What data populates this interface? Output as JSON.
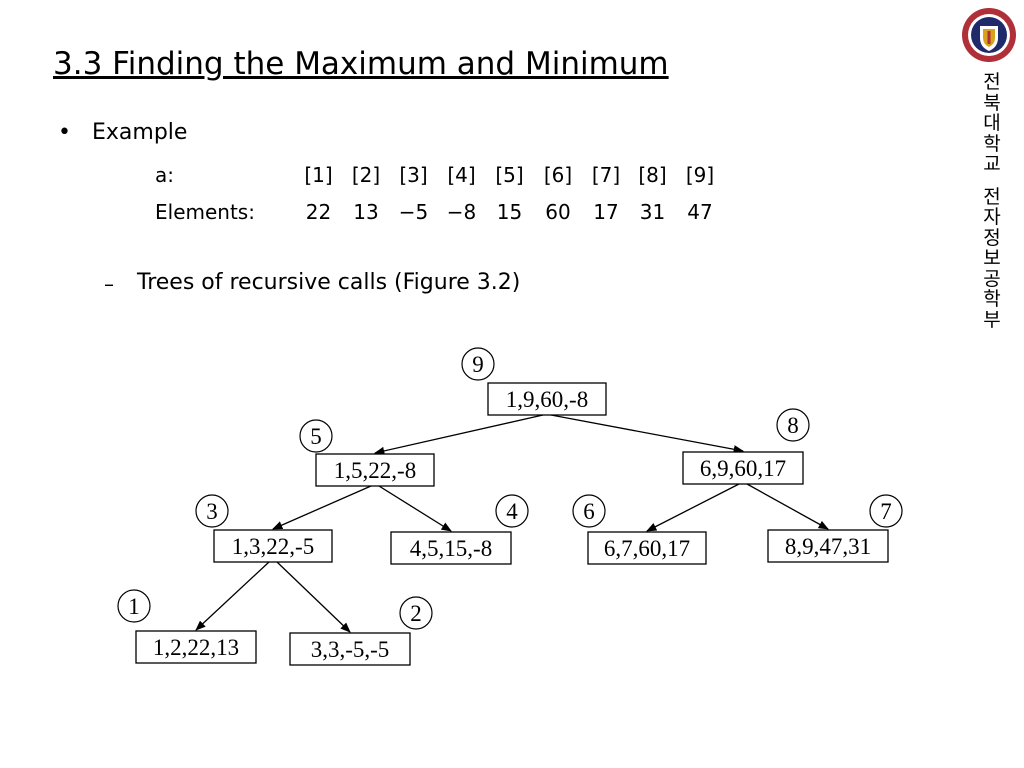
{
  "title": "3.3 Finding the Maximum and Minimum",
  "bullet": "•",
  "example_label": "Example",
  "index_label": "a:",
  "indices": [
    "[1]",
    "[2]",
    "[3]",
    "[4]",
    "[5]",
    "[6]",
    "[7]",
    "[8]",
    "[9]"
  ],
  "elements_label": "Elements:",
  "elements": [
    "22",
    "13",
    "−5",
    "−8",
    "15",
    "60",
    "17",
    "31",
    "47"
  ],
  "sub_dash": "–",
  "sub_bullet": "Trees of recursive calls (Figure 3.2)",
  "university": [
    "전",
    "북",
    "대",
    "학",
    "교",
    " ",
    "전",
    "자",
    "정",
    "보",
    "공",
    "학",
    "부"
  ],
  "logo": "university-seal",
  "colors": {
    "seal_red": "#b0303a",
    "seal_blue": "#1f2a6b",
    "seal_gold": "#d9a21b"
  },
  "tree": {
    "nodes": [
      {
        "id": "n9",
        "label": "1,9,60,-8",
        "order": "9"
      },
      {
        "id": "n5",
        "label": "1,5,22,-8",
        "order": "5"
      },
      {
        "id": "n8",
        "label": "6,9,60,17",
        "order": "8"
      },
      {
        "id": "n3",
        "label": "1,3,22,-5",
        "order": "3"
      },
      {
        "id": "n4",
        "label": "4,5,15,-8",
        "order": "4"
      },
      {
        "id": "n6",
        "label": "6,7,60,17",
        "order": "6"
      },
      {
        "id": "n7",
        "label": "8,9,47,31",
        "order": "7"
      },
      {
        "id": "n1",
        "label": "1,2,22,13",
        "order": "1"
      },
      {
        "id": "n2",
        "label": "3,3,-5,-5",
        "order": "2"
      }
    ],
    "edges": [
      [
        "n9",
        "n5"
      ],
      [
        "n9",
        "n8"
      ],
      [
        "n5",
        "n3"
      ],
      [
        "n5",
        "n4"
      ],
      [
        "n8",
        "n6"
      ],
      [
        "n8",
        "n7"
      ],
      [
        "n3",
        "n1"
      ],
      [
        "n3",
        "n2"
      ]
    ]
  }
}
